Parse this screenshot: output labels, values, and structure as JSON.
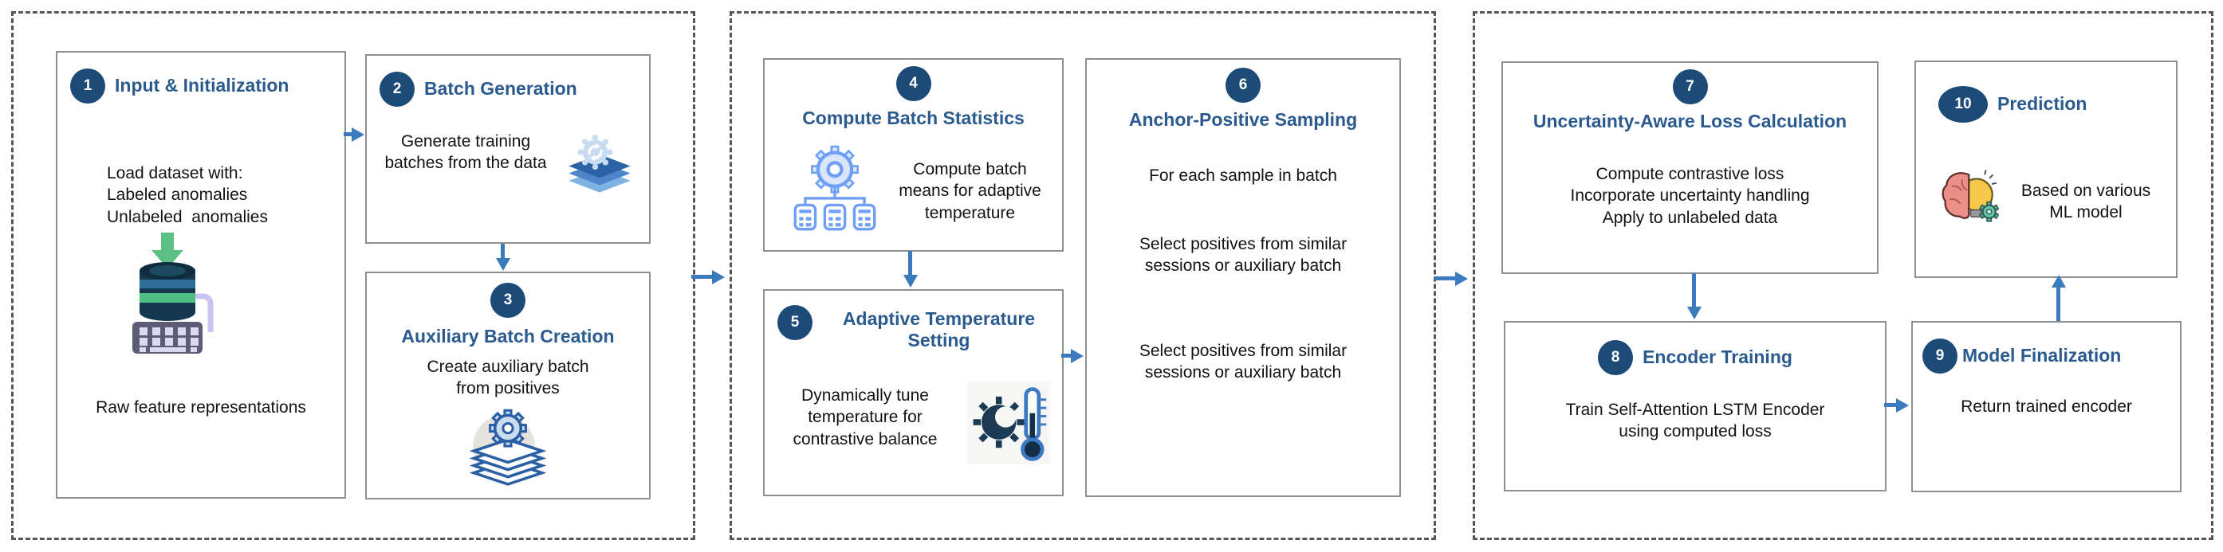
{
  "colors": {
    "badge": "#1C4B77",
    "title": "#2A5A8E",
    "arrow": "#3A7ABD",
    "box_border": "#8f8f8f",
    "container_border": "#555555"
  },
  "icons": {
    "step1": "database-keyboard-icon",
    "step2": "layered-batches-gear-icon",
    "step3": "stack-gear-icon",
    "step4": "gear-servers-icon",
    "step5": "sun-thermometer-icon",
    "step10": "brain-lightbulb-gear-icon"
  },
  "steps": [
    {
      "num": "1",
      "title": "Input & Initialization",
      "lines": "Load dataset with:\nLabeled anomalies\nUnlabeled  anomalies",
      "caption": "Raw feature representations"
    },
    {
      "num": "2",
      "title": "Batch Generation",
      "body": "Generate training\nbatches from the data"
    },
    {
      "num": "3",
      "title": "Auxiliary Batch Creation",
      "body": "Create auxiliary batch\nfrom positives"
    },
    {
      "num": "4",
      "title": "Compute Batch Statistics",
      "body": "Compute batch\nmeans for adaptive\ntemperature"
    },
    {
      "num": "5",
      "title": "Adaptive Temperature\nSetting",
      "body": "Dynamically tune\ntemperature for\ncontrastive balance"
    },
    {
      "num": "6",
      "title": "Anchor-Positive Sampling",
      "p1": "For each sample in batch",
      "p2": "Select positives from similar\nsessions or auxiliary batch",
      "p3": "Select positives from similar\nsessions or auxiliary batch"
    },
    {
      "num": "7",
      "title": "Uncertainty-Aware Loss Calculation",
      "body": "Compute contrastive loss\nIncorporate uncertainty handling\nApply to unlabeled data"
    },
    {
      "num": "8",
      "title": "Encoder Training",
      "body": "Train Self-Attention LSTM Encoder\nusing computed loss"
    },
    {
      "num": "9",
      "title": "Model Finalization",
      "body": "Return trained encoder"
    },
    {
      "num": "10",
      "title": "Prediction",
      "body": "Based on various\nML model"
    }
  ]
}
